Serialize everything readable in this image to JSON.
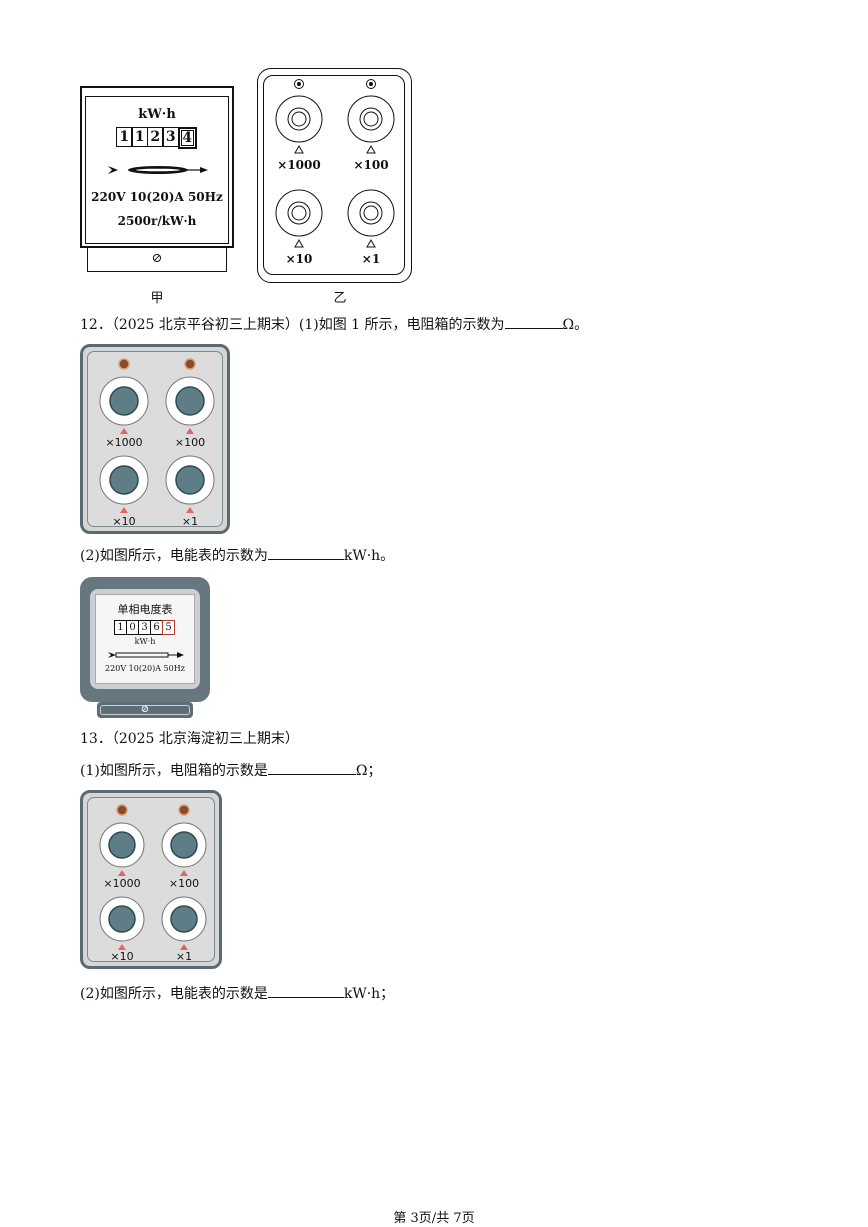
{
  "figures": {
    "meter_jia": {
      "unit": "kW·h",
      "digits": [
        "1",
        "1",
        "2",
        "3",
        "4"
      ],
      "spec": "220V  10(20)A  50Hz",
      "constant": "2500r/kW·h",
      "base_symbol": "⊘",
      "caption": "甲"
    },
    "box_yi": {
      "dial_labels": [
        "×1000",
        "×100",
        "×10",
        "×1"
      ],
      "caption": "乙"
    }
  },
  "q12": {
    "stem_pre": "12．（2025 北京平谷初三上期末）(1)如图 1 所示，电阻箱的示数为",
    "stem_post": "Ω。",
    "box_labels": [
      "×1000",
      "×100",
      "×10",
      "×1"
    ],
    "part2_pre": "(2)如图所示，电能表的示数为",
    "part2_post": "kW·h。",
    "meter": {
      "title": "单相电度表",
      "digits": [
        "1",
        "0",
        "3",
        "6",
        "5"
      ],
      "unit": "kW·h",
      "spec": "220V 10(20)A 50Hz",
      "base_symbol": "⊘"
    }
  },
  "q13": {
    "heading": "13．（2025 北京海淀初三上期末）",
    "part1_pre": "(1)如图所示，电阻箱的示数是",
    "part1_post": "Ω；",
    "box_labels": [
      "×1000",
      "×100",
      "×10",
      "×1"
    ],
    "part2_pre": "(2)如图所示，电能表的示数是",
    "part2_post": "kW·h；"
  },
  "footer": "第 3页/共 7页",
  "colors": {
    "box_frame": "#5a6a72",
    "knob": "#5e7d86",
    "led": "#8b4a2b",
    "pointer": "#e06666"
  }
}
